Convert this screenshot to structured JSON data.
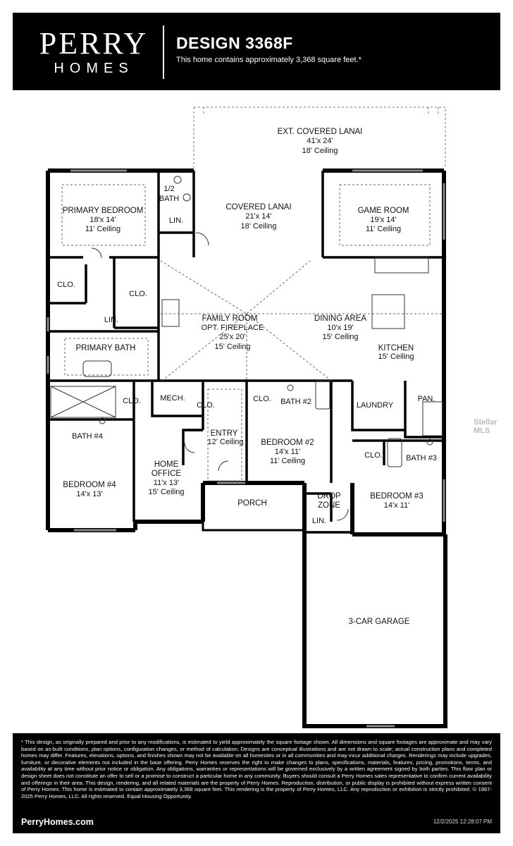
{
  "header": {
    "brand_top": "PERRY",
    "brand_bottom": "HOMES",
    "design_title": "DESIGN 3368F",
    "subtitle": "This home contains approximately 3,368 square feet.*"
  },
  "rooms": {
    "ext_lanai": {
      "name": "EXT. COVERED LANAI",
      "dims": "41'x 24'",
      "ceiling": "18' Ceiling"
    },
    "primary_bedroom": {
      "name": "PRIMARY BEDROOM",
      "dims": "18'x 14'",
      "ceiling": "11' Ceiling"
    },
    "half_bath": {
      "line1": "1/2",
      "line2": "BATH"
    },
    "lin_top": "LIN.",
    "covered_lanai": {
      "name": "COVERED LANAI",
      "dims": "21'x 14'",
      "ceiling": "18' Ceiling"
    },
    "game_room": {
      "name": "GAME ROOM",
      "dims": "19'x 14'",
      "ceiling": "11' Ceiling"
    },
    "clo_left": "CLO.",
    "clo_right": "CLO.",
    "lin_primary": "LIN.",
    "family_room": {
      "name": "FAMILY ROOM",
      "option": "OPT. FIREPLACE",
      "dims": "25'x 20'",
      "ceiling": "15' Ceiling"
    },
    "dining_area": {
      "name": "DINING AREA",
      "dims": "10'x 19'",
      "ceiling": "15' Ceiling"
    },
    "kitchen": {
      "name": "KITCHEN",
      "ceiling": "15' Ceiling"
    },
    "primary_bath": {
      "name": "PRIMARY BATH"
    },
    "clo_mech": "CLO.",
    "mech": "MECH.",
    "clo_entry": "CLO.",
    "clo_bath2": "CLO.",
    "bath2": "BATH #2",
    "laundry": "LAUNDRY",
    "pan": "PAN.",
    "bath4": "BATH #4",
    "entry": {
      "name": "ENTRY",
      "ceiling": "12' Ceiling"
    },
    "bedroom2": {
      "name": "BEDROOM #2",
      "dims": "14'x 11'",
      "ceiling": "11' Ceiling"
    },
    "clo_bath3": "CLO.",
    "bath3": "BATH #3",
    "home_office": {
      "line1": "HOME",
      "line2": "OFFICE",
      "dims": "11'x 13'",
      "ceiling": "15' Ceiling"
    },
    "bedroom4": {
      "name": "BEDROOM #4",
      "dims": "14'x 13'"
    },
    "porch": "PORCH",
    "drop_zone": {
      "line1": "DROP",
      "line2": "ZONE"
    },
    "lin_drop": "LIN.",
    "bedroom3": {
      "name": "BEDROOM #3",
      "dims": "14'x 11'"
    },
    "garage": "3-CAR GARAGE"
  },
  "watermark": "Stellar MLS",
  "footer": {
    "disclaimer": "* This design, as originally prepared and prior to any modifications, is estimated to yield approximately the square footage shown. All dimensions and square footages are approximate and may vary based on as-built conditions, plan options, configuration changes, or method of calculation. Designs are conceptual illustrations and are not drawn to scale; actual construction plans and completed homes may differ. Features, elevations, options, and finishes shown may not be available on all homesites or in all communities and may incur additional charges. Renderings may include upgrades, furniture, or decorative elements not included in the base offering. Perry Homes reserves the right to make changes to plans, specifications, materials, features, pricing, promotions, terms, and availability at any time without prior notice or obligation. Any obligations, warranties or representations will be governed exclusively by a written agreement signed by both parties. This floor plan or design sheet does not constitute an offer to sell or a promise to construct a particular home in any community. Buyers should consult a Perry Homes sales representative to confirm current availability and offerings in their area. This design, rendering, and all related materials are the property of Perry Homes. Reproduction, distribution, or public display is prohibited without express written consent of Perry Homes. This home is estimated to contain approximately 3,368 square feet. This rendering is the property of Perry Homes, LLC. Any reproduction or exhibition is strictly prohibited. © 1967-2025 Perry Homes, LLC. All rights reserved. Equal Housing Opportunity.",
    "website": "PerryHomes.com",
    "timestamp": "12/2/2025 12:28:07 PM"
  }
}
